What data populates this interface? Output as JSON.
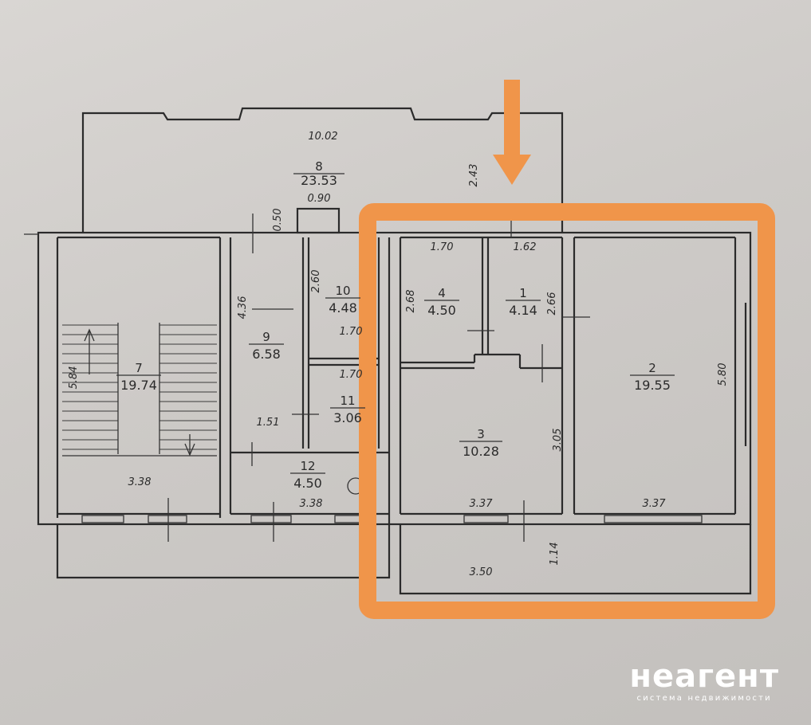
{
  "rooms": [
    {
      "id": "1",
      "number": "1",
      "area": "4.14"
    },
    {
      "id": "2",
      "number": "2",
      "area": "19.55"
    },
    {
      "id": "3",
      "number": "3",
      "area": "10.28"
    },
    {
      "id": "4",
      "number": "4",
      "area": "4.50"
    },
    {
      "id": "7",
      "number": "7",
      "area": "19.74"
    },
    {
      "id": "8",
      "number": "8",
      "area": "23.53"
    },
    {
      "id": "9",
      "number": "9",
      "area": "6.58"
    },
    {
      "id": "10",
      "number": "10",
      "area": "4.48"
    },
    {
      "id": "11",
      "number": "11",
      "area": "3.06"
    },
    {
      "id": "12",
      "number": "12",
      "area": "4.50"
    }
  ],
  "dimensions": {
    "balcony_top_length": "10.02",
    "balcony_depth": "2.43",
    "opening_width": "0.90",
    "opening_depth": "0.50",
    "room4_width": "1.70",
    "room1_width": "1.62",
    "room10_width": "1.70",
    "room11_width": "1.70",
    "room10_depth": "2.60",
    "room9_depth": "4.36",
    "room4_depth": "2.68",
    "room1_depth": "2.66",
    "room7_depth": "5.84",
    "room2_depth": "5.80",
    "room3_depth": "3.05",
    "room9_width": "1.51",
    "room7_width": "3.38",
    "room12_width": "3.38",
    "room3_width": "3.37",
    "room2_width": "3.37",
    "balcony_bottom_width": "3.50",
    "balcony_bottom_depth": "1.14"
  },
  "highlight": {
    "color": "#f0954a"
  },
  "watermark": {
    "logo": "неагент",
    "tagline": "система недвижимости"
  }
}
